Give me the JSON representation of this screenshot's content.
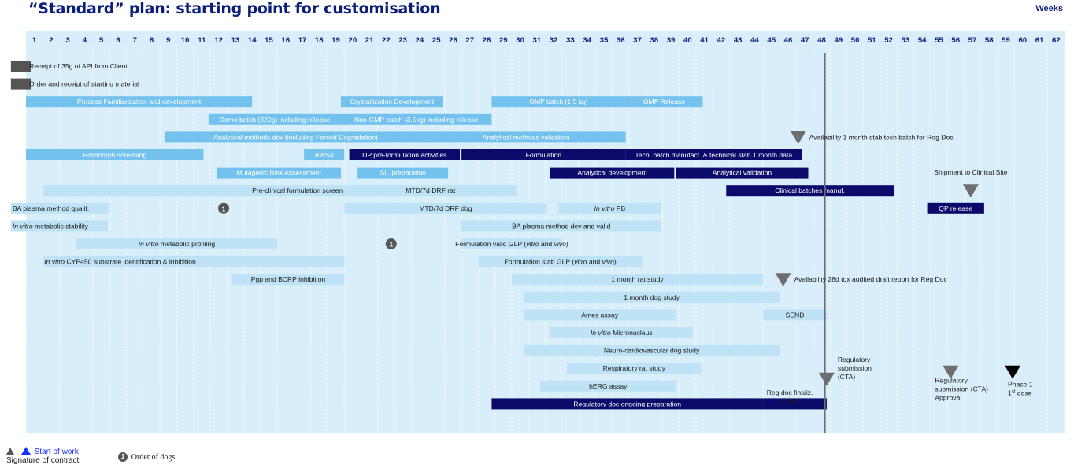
{
  "title": "“Standard” plan: starting point for customisation",
  "weeks_label": "Weeks",
  "colors": {
    "background": "#d8eefa",
    "light": "#73c2ee",
    "pale": "#bfe3f6",
    "dark": "#0b0a6b",
    "gray": "#555555",
    "marker": "#6e6e6e",
    "week_text": "#0b1f7a"
  },
  "chart_data": {
    "type": "gantt",
    "weeks": [
      1,
      2,
      3,
      4,
      5,
      6,
      7,
      8,
      9,
      10,
      11,
      12,
      13,
      14,
      15,
      16,
      17,
      18,
      19,
      20,
      21,
      22,
      23,
      24,
      25,
      26,
      27,
      28,
      29,
      30,
      31,
      32,
      33,
      34,
      35,
      36,
      37,
      38,
      39,
      40,
      41,
      42,
      43,
      44,
      45,
      46,
      47,
      48,
      49,
      50,
      51,
      52,
      53,
      54,
      55,
      56,
      57,
      58,
      59,
      60,
      61,
      62
    ],
    "today_line_week": 48.7,
    "bars": [
      {
        "row": 0,
        "start": 0.1,
        "end": 1.3,
        "color": "gray",
        "label": "",
        "outside": "Receipt of 35g of API from Client"
      },
      {
        "row": 1,
        "start": 0.1,
        "end": 1.3,
        "color": "gray",
        "label": "",
        "outside": "Order and receipt of starting material"
      },
      {
        "row": 2,
        "start": 1,
        "end": 14.5,
        "color": "light",
        "label": "Process Familiarization and development"
      },
      {
        "row": 2,
        "start": 19.8,
        "end": 25.9,
        "color": "light",
        "label": "Crystallization Development"
      },
      {
        "row": 2,
        "start": 28.8,
        "end": 36.8,
        "color": "light",
        "label": "GMP batch (1.5 kg)"
      },
      {
        "row": 2,
        "start": 36.8,
        "end": 41.4,
        "color": "light",
        "label": "GMP Release"
      },
      {
        "row": 3,
        "start": 11.9,
        "end": 19.8,
        "color": "light",
        "label": "Demo batch (320g) including release"
      },
      {
        "row": 3,
        "start": 19.8,
        "end": 28.8,
        "color": "light",
        "label": "Non-GMP batch (3.5kg) including release"
      },
      {
        "row": 4,
        "start": 9.3,
        "end": 24.9,
        "color": "light",
        "label": "Analytical methods dev (including Forced Degradation)"
      },
      {
        "row": 4,
        "start": 24.9,
        "end": 36.8,
        "color": "light",
        "label": "Analytical methods validation"
      },
      {
        "row": 5,
        "start": 1,
        "end": 11.6,
        "color": "light",
        "label": "Polymorph screening"
      },
      {
        "row": 5,
        "start": 17.6,
        "end": 20.0,
        "color": "light",
        "label": "AWS#"
      },
      {
        "row": 5,
        "start": 20.3,
        "end": 26.9,
        "color": "dark",
        "label": "DP pre-formulation activities"
      },
      {
        "row": 5,
        "start": 27.0,
        "end": 36.8,
        "color": "dark",
        "label": "Formulation"
      },
      {
        "row": 5,
        "start": 36.8,
        "end": 47.3,
        "color": "dark",
        "label": "Tech. batch manufact. & technical stab 1 month data"
      },
      {
        "row": 6,
        "start": 12.4,
        "end": 19.8,
        "color": "light",
        "label": "Mutagenic Risk Assessment"
      },
      {
        "row": 6,
        "start": 20.8,
        "end": 26.2,
        "color": "light",
        "label": "SIL preparation"
      },
      {
        "row": 6,
        "start": 32.3,
        "end": 39.7,
        "color": "dark",
        "label": "Analytical development"
      },
      {
        "row": 6,
        "start": 39.8,
        "end": 47.7,
        "color": "dark",
        "label": "Analytical validation"
      },
      {
        "row": 7,
        "start": 2,
        "end": 20,
        "color": "pale",
        "label": "Pre-clinical formulation screen",
        "align": "right"
      },
      {
        "row": 7,
        "start": 20,
        "end": 30.3,
        "color": "pale",
        "label": "MTD/7d DRF rat"
      },
      {
        "row": 7,
        "start": 42.8,
        "end": 52.8,
        "color": "dark",
        "label": "Clinical batches manuf."
      },
      {
        "row": 8,
        "start": 0.1,
        "end": 6.0,
        "color": "pale",
        "label": "BA plasma method qualif.",
        "align": "left"
      },
      {
        "row": 8,
        "start": 20,
        "end": 32.1,
        "color": "pale",
        "label": "MTD/7d DRF dog"
      },
      {
        "row": 8,
        "start": 32.8,
        "end": 38.9,
        "color": "pale",
        "label": "In vitro PB"
      },
      {
        "row": 8,
        "start": 54.8,
        "end": 58.2,
        "color": "dark",
        "label": "QP release"
      },
      {
        "row": 9,
        "start": 0.1,
        "end": 5.9,
        "color": "pale",
        "label": "In vitro metabolic stability",
        "align": "left"
      },
      {
        "row": 9,
        "start": 27.0,
        "end": 38.9,
        "color": "pale",
        "label": "BA plasma method dev and valid"
      },
      {
        "row": 10,
        "start": 4,
        "end": 16,
        "color": "pale",
        "label": "In vitro metabolic profiling"
      },
      {
        "row": 10,
        "start": 27.0,
        "end": 33.0,
        "color": "pale",
        "label": "Formulation valid GLP (vitro and vivo)"
      },
      {
        "row": 11,
        "start": 2,
        "end": 20,
        "color": "pale",
        "label": "In vitro CYP450 substrate identification & inhibition",
        "align": "left"
      },
      {
        "row": 11,
        "start": 28.0,
        "end": 37.8,
        "color": "pale",
        "label": "Formulation stab GLP (vitro and vivo)"
      },
      {
        "row": 12,
        "start": 13.3,
        "end": 20,
        "color": "pale",
        "label": "Pgp and BCRP inhibition"
      },
      {
        "row": 12,
        "start": 30.0,
        "end": 45.0,
        "color": "pale",
        "label": "1 month rat study"
      },
      {
        "row": 13,
        "start": 30.7,
        "end": 46.0,
        "color": "pale",
        "label": "1 month dog study"
      },
      {
        "row": 14,
        "start": 30.7,
        "end": 39.8,
        "color": "pale",
        "label": "Ames assay"
      },
      {
        "row": 14,
        "start": 45.0,
        "end": 48.8,
        "color": "pale",
        "label": "SEND"
      },
      {
        "row": 15,
        "start": 32.3,
        "end": 40.8,
        "color": "pale",
        "label": "In vitro Micronucleus"
      },
      {
        "row": 16,
        "start": 30.7,
        "end": 46.0,
        "color": "pale",
        "label": "Neuro-cardiovascular dog study"
      },
      {
        "row": 17,
        "start": 33.3,
        "end": 41.3,
        "color": "pale",
        "label": "Respiratory rat study"
      },
      {
        "row": 18,
        "start": 31.7,
        "end": 39.8,
        "color": "pale",
        "label": "hERG assay"
      },
      {
        "row": 19,
        "start": 28.8,
        "end": 45.0,
        "color": "dark",
        "label": "Regulatory doc ongoing preparation"
      },
      {
        "row": 19,
        "start": 45.0,
        "end": 48.8,
        "color": "dark",
        "label": ""
      }
    ],
    "milestones": [
      {
        "row": 4,
        "week": 47.1,
        "color": "marker",
        "label": "Availability 1 month stab tech batch for Reg Doc"
      },
      {
        "row": 7,
        "week": 57.4,
        "color": "marker",
        "label": "Shipment to Clinical Site"
      },
      {
        "row": 12,
        "week": 46.2,
        "color": "marker",
        "label": "Availability 28d tox audited draft report for Reg Doc"
      },
      {
        "row": 17.6,
        "week": 48.8,
        "color": "marker",
        "label": "Regulatory submission (CTA)"
      },
      {
        "row": 17.2,
        "week": 56.2,
        "color": "marker",
        "label": "Regulatory submission (CTA) Approval"
      },
      {
        "row": 17.2,
        "week": 59.9,
        "color": "black",
        "label": "Phase 1 1st dose"
      }
    ],
    "circle_markers": [
      {
        "row": 8,
        "week": 12.8,
        "label": "1"
      },
      {
        "row": 10,
        "week": 22.8,
        "label": "1"
      }
    ],
    "text_annotations": [
      {
        "row": 18.5,
        "week": 46.6,
        "label": "Reg doc finaliz. (CTA)"
      }
    ]
  },
  "legend": {
    "start_of_work": "Start of work",
    "signature": "Signature of contract",
    "order_dogs": "Order of dogs",
    "circle_number": "1"
  }
}
